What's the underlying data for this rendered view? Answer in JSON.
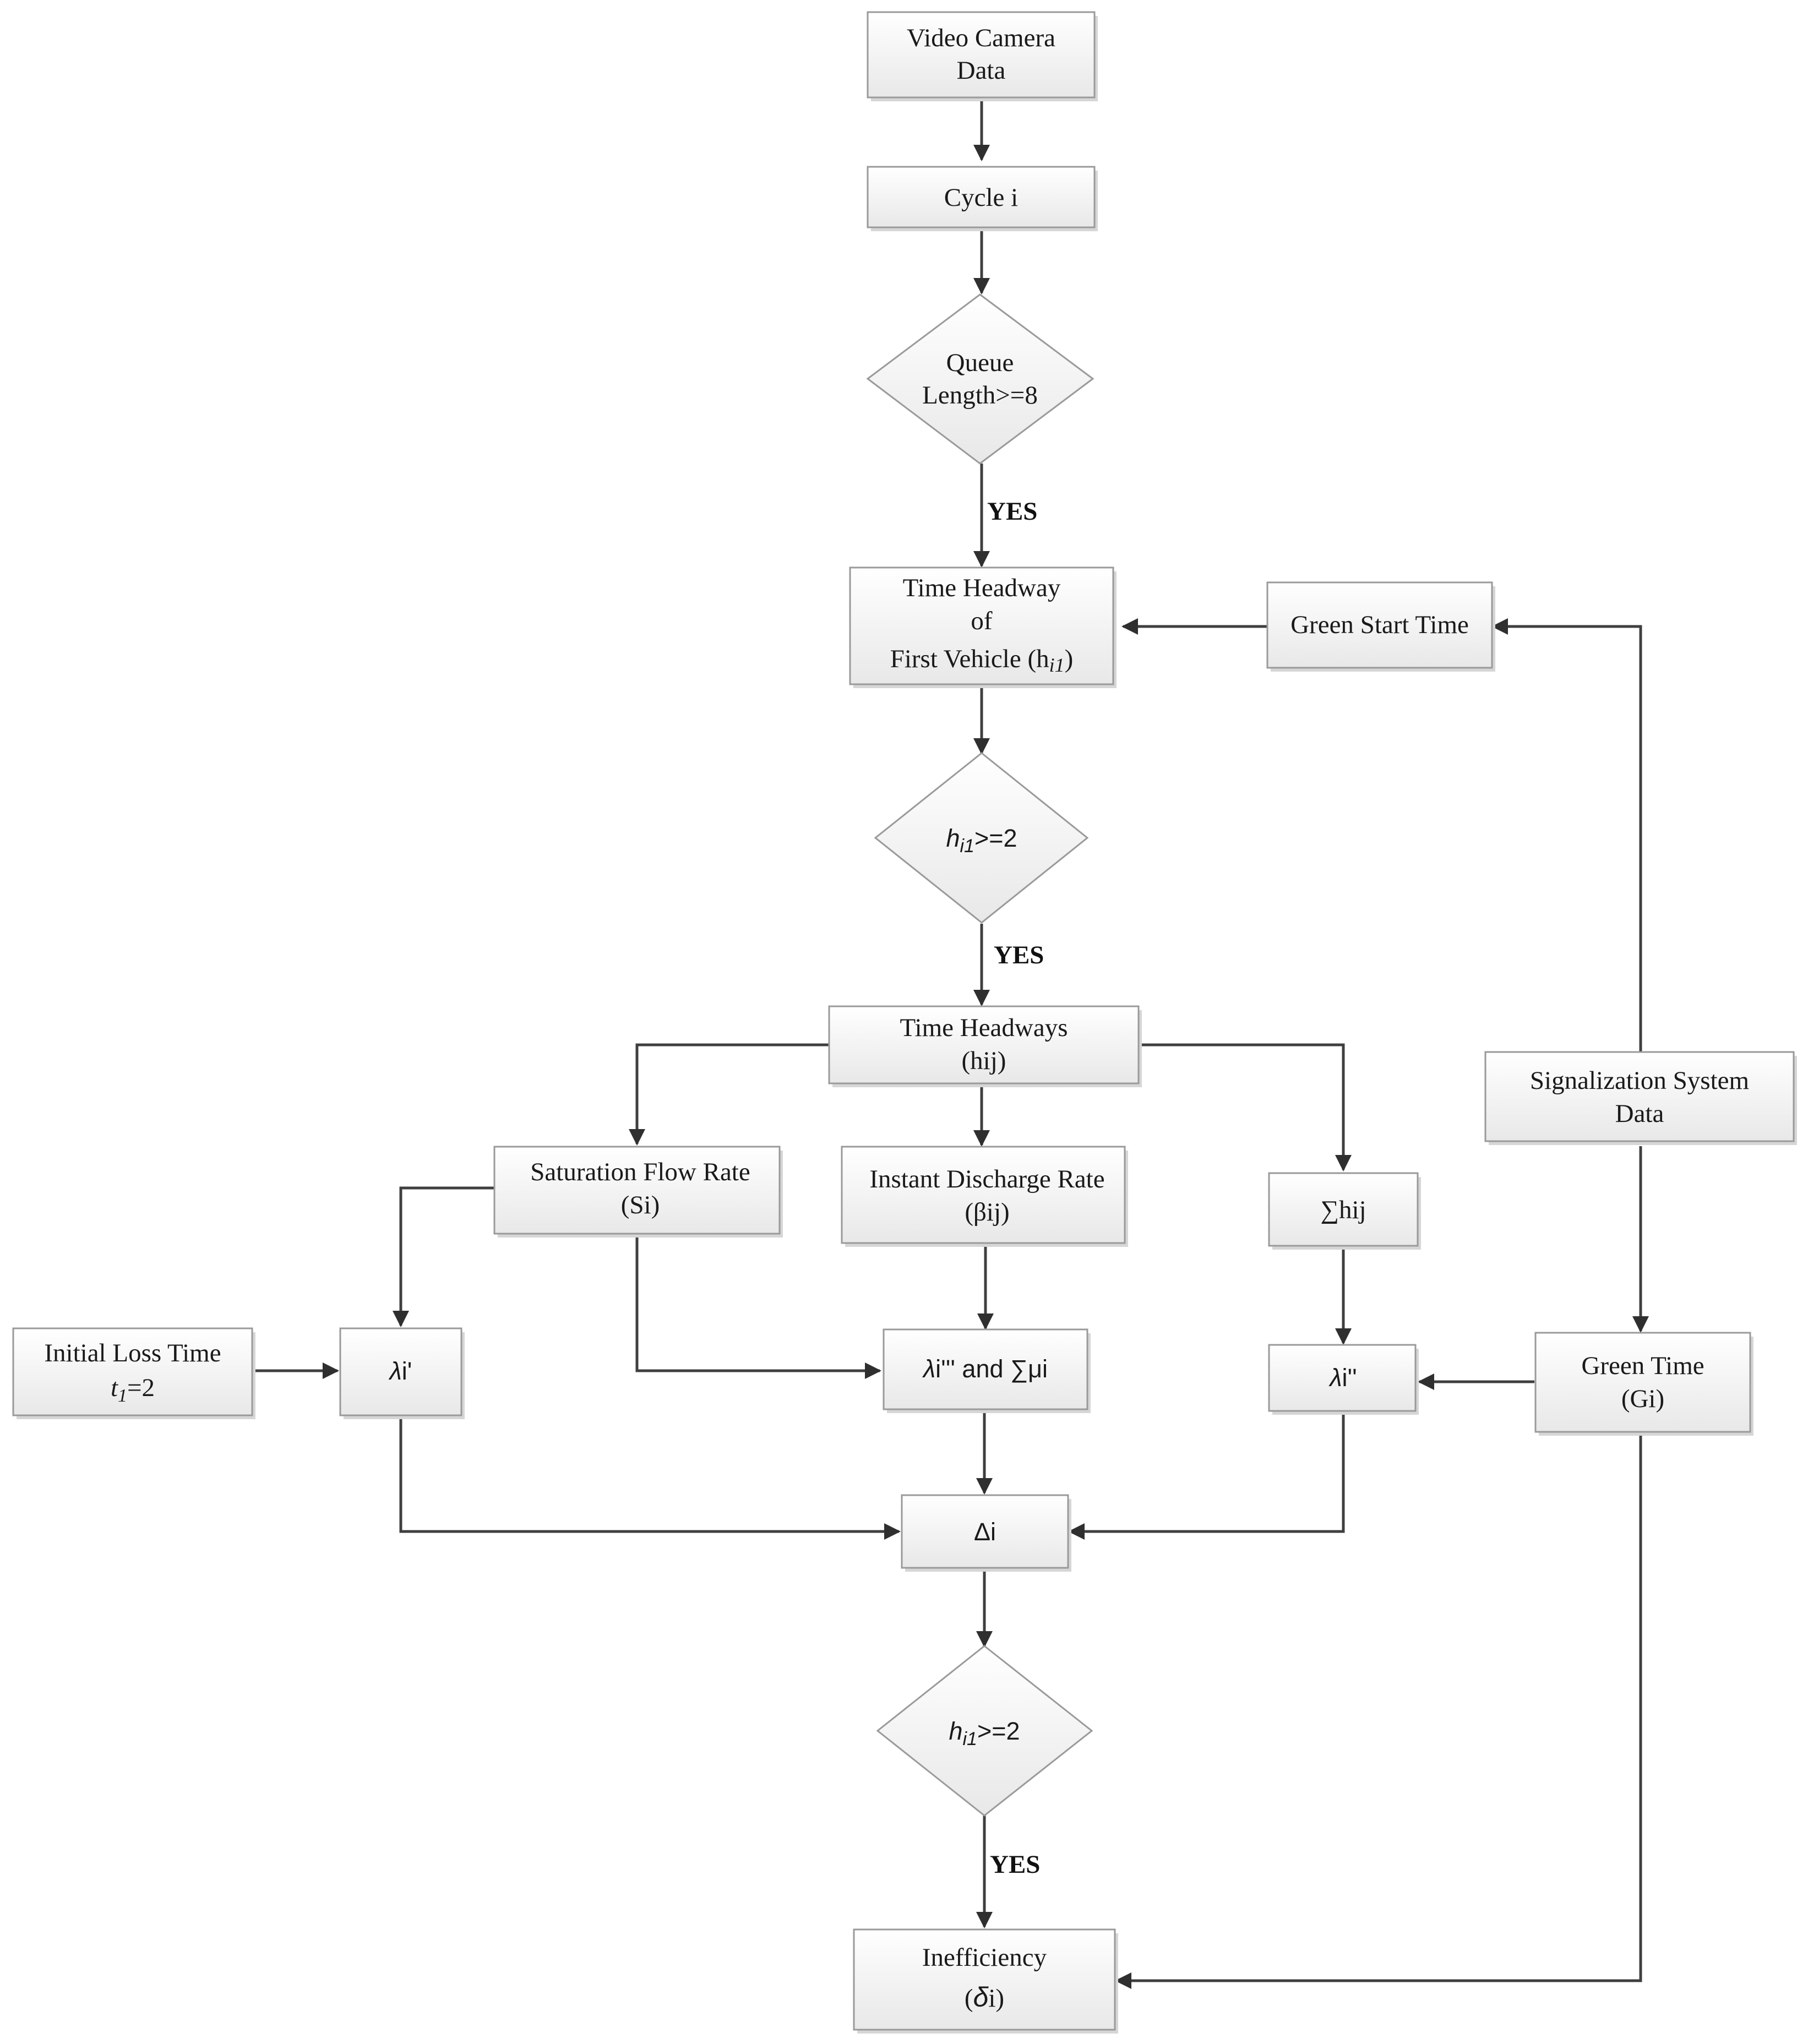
{
  "nodes": {
    "video_camera": {
      "line1": "Video Camera",
      "line2": "Data"
    },
    "cycle": {
      "label": "Cycle i"
    },
    "queue_decision": {
      "line1": "Queue",
      "line2": "Length>=8"
    },
    "time_headway_first": {
      "line1": "Time Headway",
      "line2": "of",
      "line3_main": "First Vehicle (h",
      "line3_sub": "i1",
      "line3_end": ")"
    },
    "green_start": {
      "label": "Green Start Time"
    },
    "h_decision_1": {
      "main": "h",
      "sub": "i1",
      "end": ">=2"
    },
    "time_headways": {
      "line1": "Time Headways",
      "line2": "(hij)"
    },
    "signalization": {
      "line1": "Signalization System",
      "line2": "Data"
    },
    "saturation_flow": {
      "line1": "Saturation Flow Rate",
      "line2": "(Si)"
    },
    "instant_discharge": {
      "line1": "Instant Discharge Rate",
      "line2": "(βij)"
    },
    "sum_h": {
      "label": "∑hij"
    },
    "initial_loss": {
      "line1": "Initial Loss Time",
      "line2_main": "t",
      "line2_sub": "1",
      "line2_end": "=2"
    },
    "lambda_prime": {
      "main": "λ",
      "end": "i'"
    },
    "lambda_triple": {
      "main": "λ",
      "end": "i''' and ∑μi"
    },
    "lambda_double": {
      "main": "λ",
      "end": "i''"
    },
    "green_time": {
      "line1": "Green Time",
      "line2": "(Gi)"
    },
    "delta": {
      "label": "Δi"
    },
    "h_decision_2": {
      "main": "h",
      "sub": "i1",
      "end": ">=2"
    },
    "inefficiency": {
      "line1": "Inefficiency",
      "line2_open": "(",
      "line2_main": "δ",
      "line2_end": "i)"
    }
  },
  "edge_labels": {
    "yes_1": "YES",
    "yes_2": "YES",
    "yes_3": "YES"
  }
}
